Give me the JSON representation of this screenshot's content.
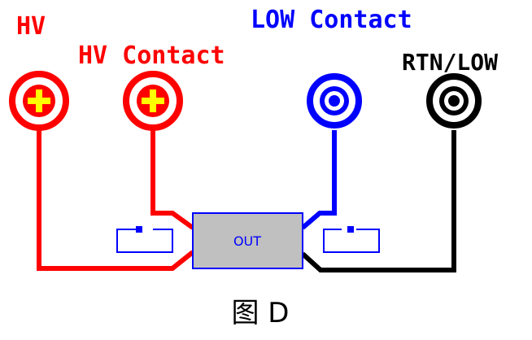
{
  "labels": {
    "hv": "HV",
    "hv_contact": "HV Contact",
    "low_contact": "LOW Contact",
    "rtn_low": "RTN/LOW",
    "out": "OUT",
    "caption": "图 D"
  },
  "colors": {
    "hv": "#ff0000",
    "low": "#0000ff",
    "rtn": "#000000",
    "plus": "#ffff00",
    "box_fill": "#c0c0c0",
    "box_stroke": "#0000ff"
  },
  "icons": {
    "hv_terminal": "plus-terminal-icon",
    "hv_contact_terminal": "plus-terminal-icon",
    "low_contact_terminal": "ring-terminal-icon",
    "rtn_terminal": "dot-terminal-icon"
  }
}
